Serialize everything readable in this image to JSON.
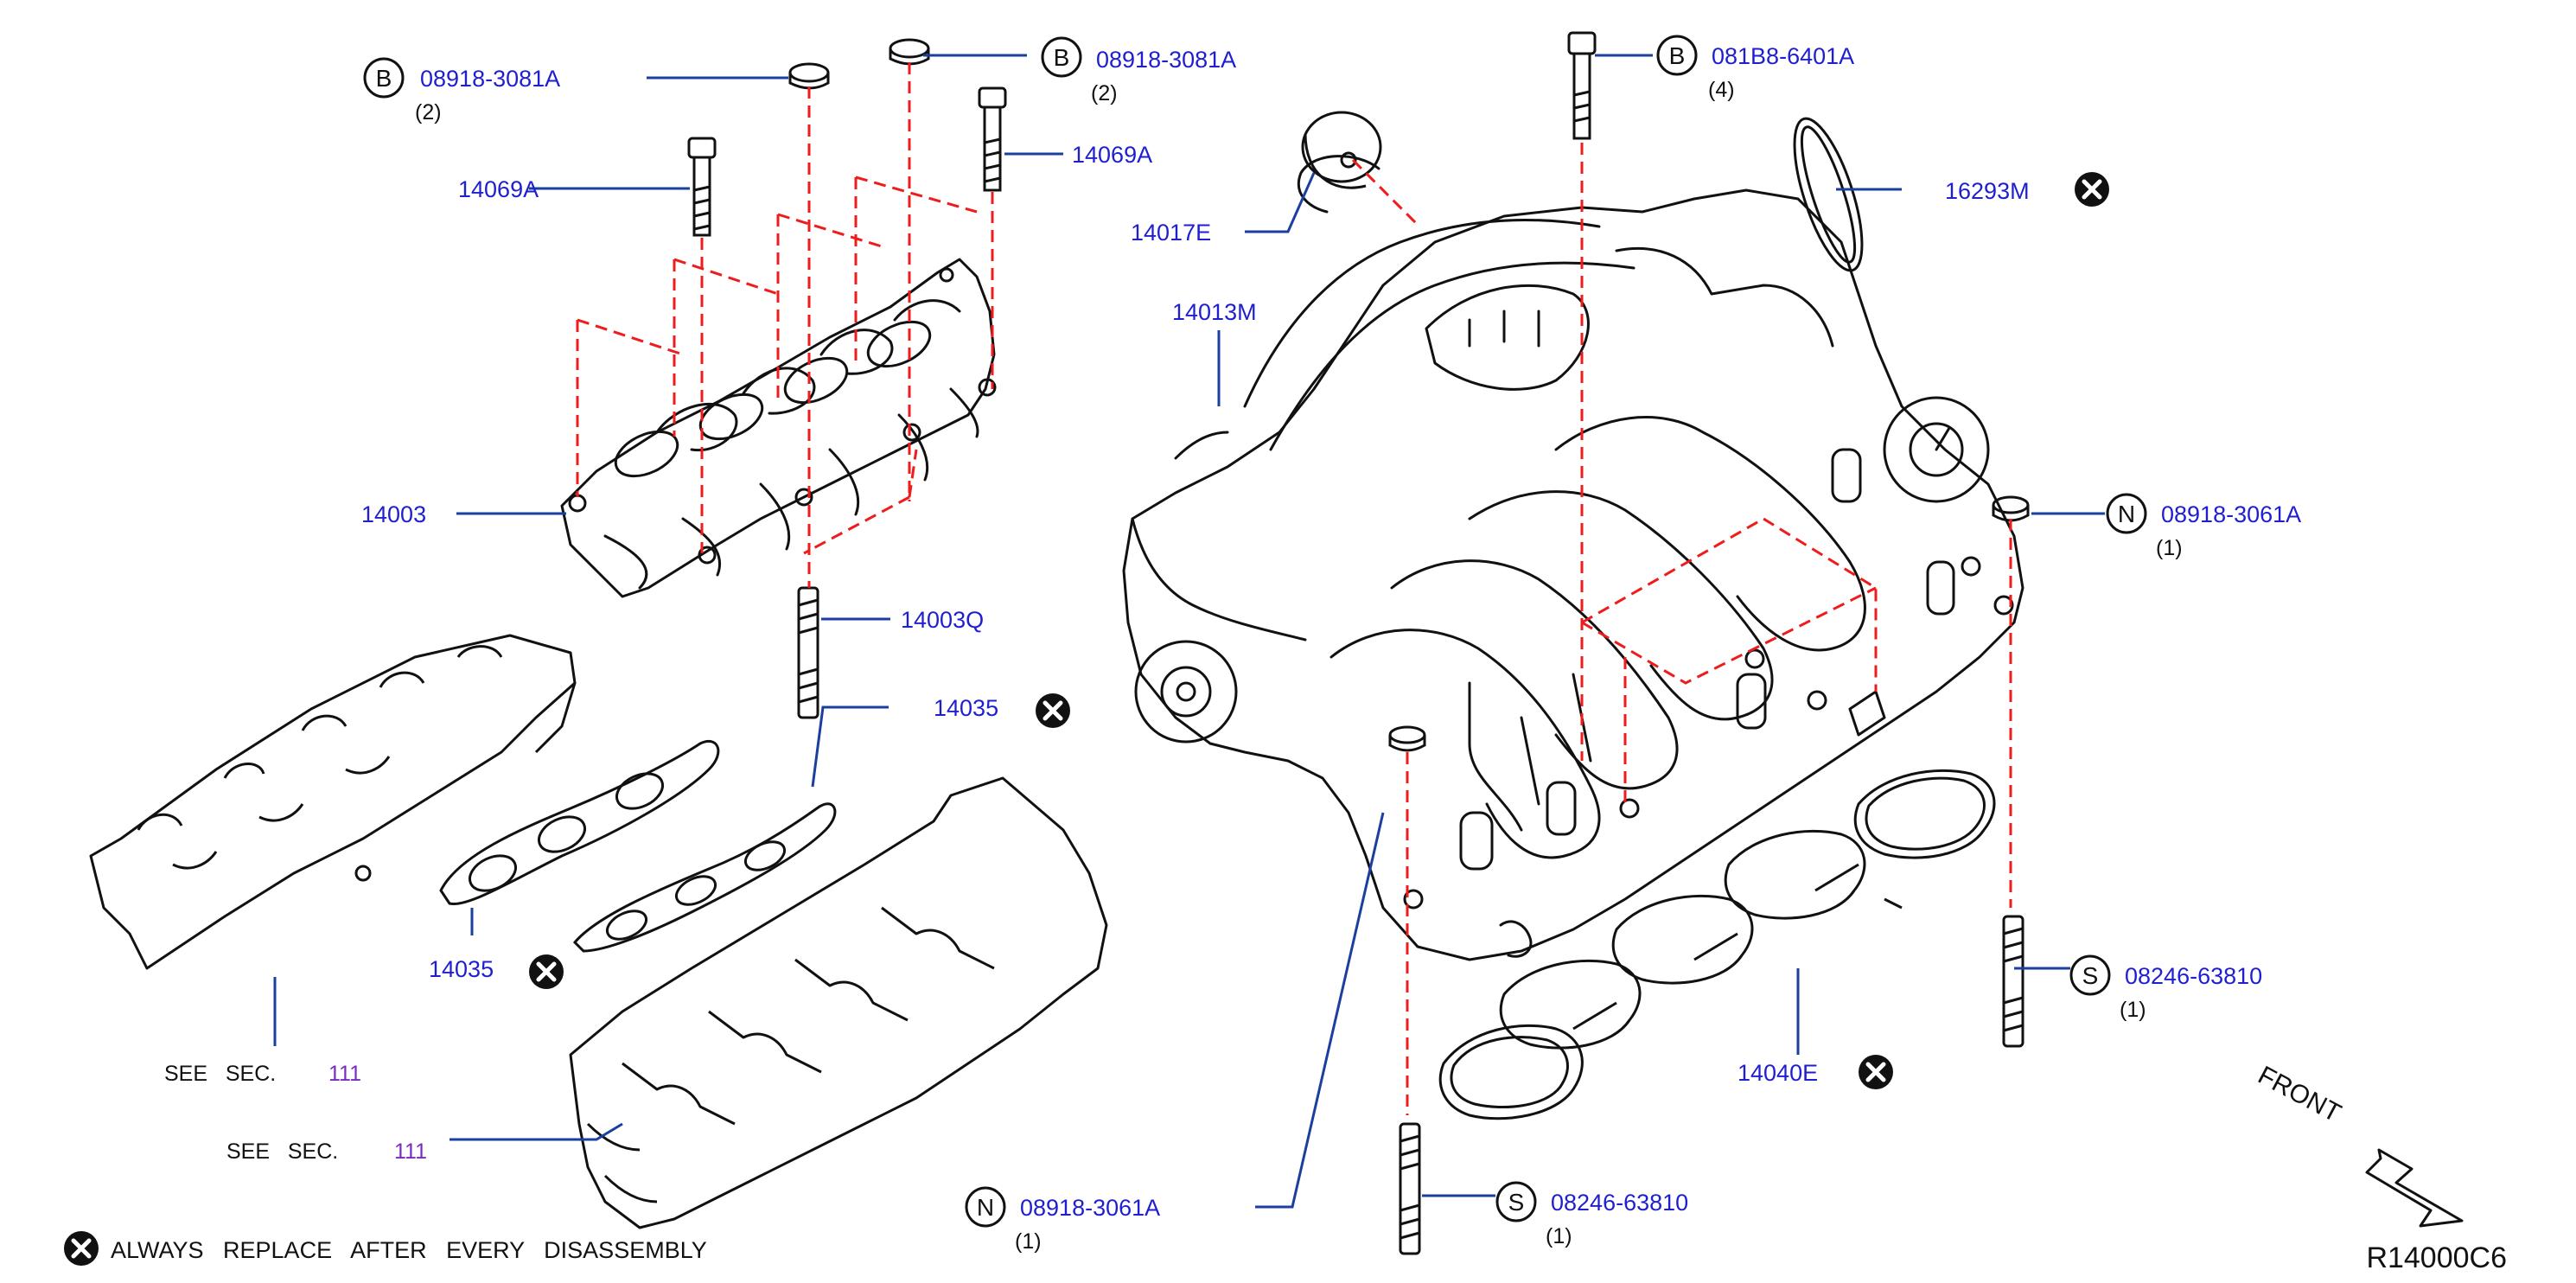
{
  "legend": {
    "replace_icon": "x-circle-icon",
    "text": "ALWAYS   REPLACE   AFTER   EVERY   DISASSEMBLY"
  },
  "diagram_code": "R14000C6",
  "front_label": "FRONT",
  "colors": {
    "part_link": "#1f1fd0",
    "section_link": "#7a2bbf",
    "leader": "#1a3f9e",
    "dashed": "#ee1c1c",
    "outline": "#111111"
  },
  "callouts": {
    "b1": {
      "badge": "B",
      "part": "08918-3081A",
      "qty": "(2)"
    },
    "b2": {
      "badge": "B",
      "part": "08918-3081A",
      "qty": "(2)"
    },
    "b3": {
      "badge": "B",
      "part": "081B8-6401A",
      "qty": "(4)"
    },
    "n1": {
      "badge": "N",
      "part": "08918-3061A",
      "qty": "(1)"
    },
    "n2": {
      "badge": "N",
      "part": "08918-3061A",
      "qty": "(1)"
    },
    "s1": {
      "badge": "S",
      "part": "08246-63810",
      "qty": "(1)"
    },
    "s2": {
      "badge": "S",
      "part": "08246-63810",
      "qty": "(1)"
    }
  },
  "parts": {
    "p14069a_left": "14069A",
    "p14069a_right": "14069A",
    "p14017e": "14017E",
    "p14013m": "14013M",
    "p16293m": "16293M",
    "p14003": "14003",
    "p14003q": "14003Q",
    "p14035_upper": "14035",
    "p14035_lower": "14035",
    "p14040e": "14040E"
  },
  "see_sec": [
    {
      "label": "SEE   SEC.",
      "number": "111"
    },
    {
      "label": "SEE   SEC.",
      "number": "111"
    }
  ]
}
